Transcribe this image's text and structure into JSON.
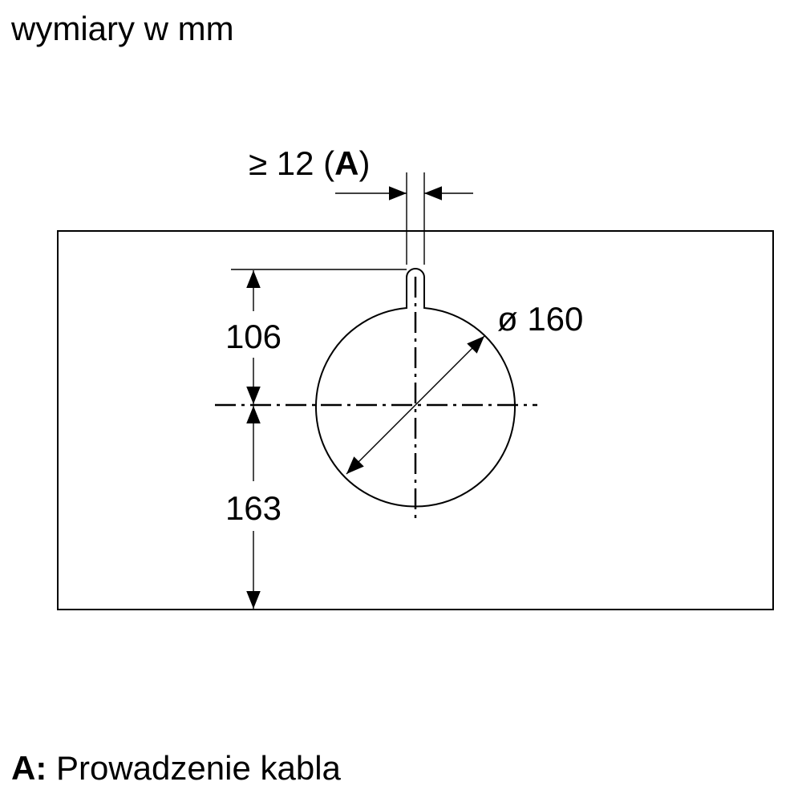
{
  "units_label": "wymiary w mm",
  "dimensions": {
    "gap_prefix": "≥ 12 (",
    "gap_ref": "A",
    "gap_suffix": ")",
    "diameter": "ø 160",
    "top_offset": "106",
    "bottom_offset": "163"
  },
  "legend": {
    "key": "A:",
    "text": " Prowadzenie kabla"
  }
}
